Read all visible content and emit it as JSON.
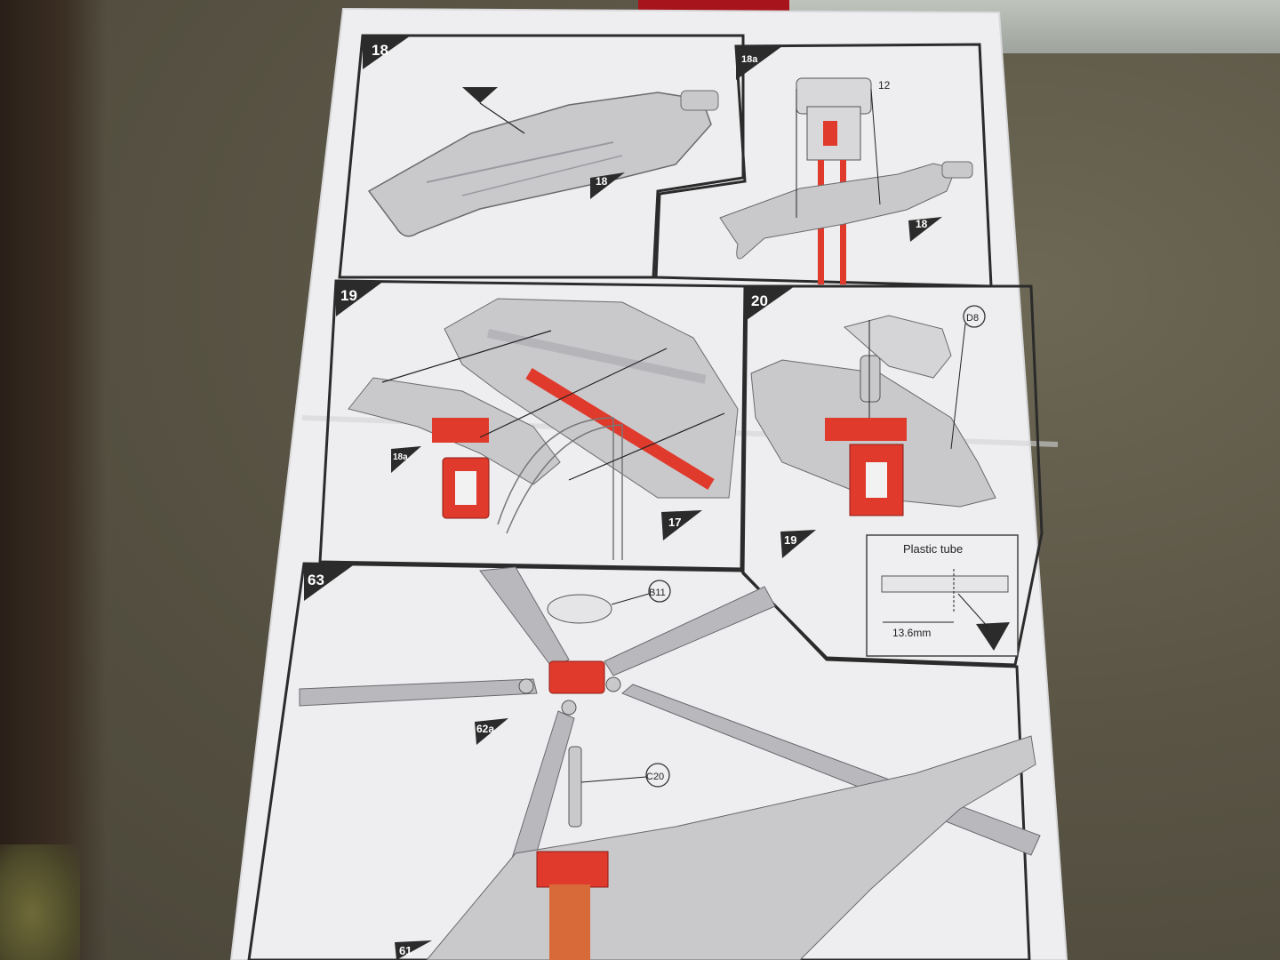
{
  "steps": {
    "s18": "18",
    "s18a": "18a",
    "s19": "19",
    "s20": "20",
    "s63": "63"
  },
  "part_refs": {
    "r18a": "18",
    "r18b": "18",
    "r18a_small": "18a",
    "r17": "17",
    "r19": "19",
    "r62a": "62a",
    "r61": "61",
    "p_d8": "D8",
    "p_b11": "B11",
    "p_c20": "C20",
    "p_12": "12"
  },
  "detail": {
    "title": "Plastic tube",
    "measure": "13.6mm"
  },
  "colors": {
    "sheet": "#eeeef0",
    "part_grey": "#c9c9cc",
    "highlight_red": "#e03a2c",
    "frame": "#2b2b2b"
  }
}
